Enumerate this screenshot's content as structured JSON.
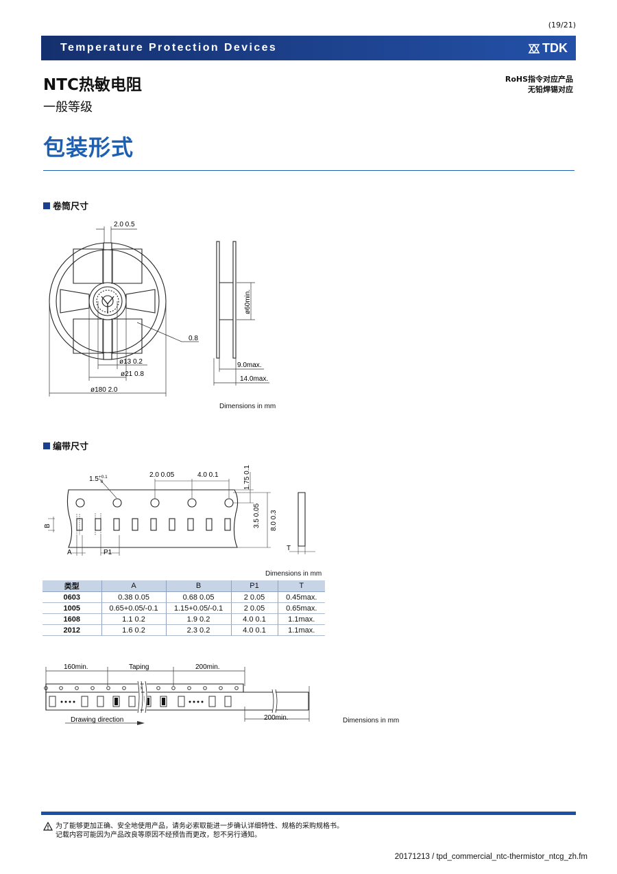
{
  "page_number": "(19/21)",
  "banner": {
    "title": "Temperature Protection Devices",
    "brand": "TDK"
  },
  "product": {
    "title": "NTC热敏电阻",
    "grade": "一般等级"
  },
  "rohs": {
    "line1": "RoHS指令对应产品",
    "line2": "无铅焊锡对应"
  },
  "page_title": "包装形式",
  "sections": {
    "reel": "卷筒尺寸",
    "tape": "编带尺寸"
  },
  "reel": {
    "top_dim": "2.0  0.5",
    "d08": "0.8",
    "d13": "ø13  0.2",
    "d21": "ø21  0.8",
    "d180": "ø180  2.0",
    "d60": "ø60min.",
    "w9": "9.0max.",
    "w14": "14.0max.",
    "units": "Dimensions in mm"
  },
  "tape": {
    "d15": "1.5",
    "d15_tol_upper": "+0.1",
    "d15_tol_lower": "0",
    "d20": "2.0  0.05",
    "d40": "4.0  0.1",
    "d175": "1.75  0.1",
    "d35": "3.5  0.05",
    "d80": "8.0  0.3",
    "lblB": "B",
    "lblA": "A",
    "lblP1": "P1",
    "lblT": "T",
    "units": "Dimensions in mm"
  },
  "table": {
    "headers": [
      "类型",
      "A",
      "B",
      "P1",
      "T"
    ],
    "rows": [
      [
        "0603",
        "0.38  0.05",
        "0.68  0.05",
        "2  0.05",
        "0.45max."
      ],
      [
        "1005",
        "0.65+0.05/-0.1",
        "1.15+0.05/-0.1",
        "2  0.05",
        "0.65max."
      ],
      [
        "1608",
        "1.1  0.2",
        "1.9  0.2",
        "4.0  0.1",
        "1.1max."
      ],
      [
        "2012",
        "1.6  0.2",
        "2.3  0.2",
        "4.0  0.1",
        "1.1max."
      ]
    ]
  },
  "leader": {
    "l160": "160min.",
    "taping": "Taping",
    "l200a": "200min.",
    "l200b": "200min.",
    "direction": "Drawing direction",
    "units": "Dimensions in mm"
  },
  "notice": {
    "line1": "为了能够更加正确、安全地使用产品，请务必索取能进一步确认详细特性、规格的采购规格书。",
    "line2": "记载内容可能因为产品改良等原因不经预告而更改，恕不另行通知。"
  },
  "footer": "20171213 / tpd_commercial_ntc-thermistor_ntcg_zh.fm",
  "colors": {
    "brand_blue": "#1c3f8c",
    "title_blue": "#1f5fb0",
    "table_header": "#c7d4e6"
  }
}
